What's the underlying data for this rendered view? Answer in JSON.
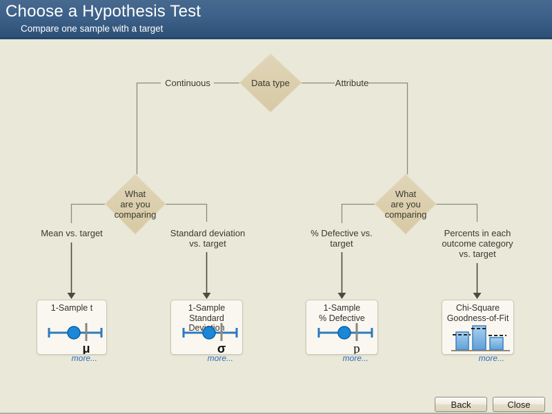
{
  "header": {
    "title": "Choose a Hypothesis Test",
    "subtitle": "Compare one sample with a target"
  },
  "tree": {
    "root": {
      "label": "Data type"
    },
    "branches": {
      "left": "Continuous",
      "right": "Attribute"
    },
    "decisions": {
      "left": {
        "label": "What\nare you\ncomparing"
      },
      "right": {
        "label": "What\nare you\ncomparing"
      }
    },
    "outcomes": {
      "mean": "Mean vs. target",
      "std": "Standard deviation\nvs. target",
      "defective": "% Defective vs.\ntarget",
      "percents": "Percents in each\noutcome category\nvs. target"
    }
  },
  "cards": [
    {
      "title": "1-Sample t",
      "icon": "confidence-interval",
      "symbol": "μ",
      "more_label": "more..."
    },
    {
      "title": "1-Sample\nStandard Deviation",
      "icon": "confidence-interval",
      "symbol": "σ",
      "more_label": "more..."
    },
    {
      "title": "1-Sample\n% Defective",
      "icon": "confidence-interval",
      "symbol": "p",
      "more_label": "more..."
    },
    {
      "title": "Chi-Square\nGoodness-of-Fit",
      "icon": "chi-square-bars",
      "more_label": "more..."
    }
  ],
  "footer": {
    "back_label": "Back",
    "close_label": "Close"
  },
  "colors": {
    "header_top": "#47698e",
    "header_bottom": "#2d5077",
    "background": "#eae8d9",
    "diamond_fill": "#dccfad",
    "connector_line": "#8b897d",
    "arrow": "#4c4b42",
    "interval_blue": "#2e79bd",
    "point_blue": "#1b87d8",
    "link_blue": "#2b6cb8",
    "card_bg": "#f9f7f0"
  }
}
